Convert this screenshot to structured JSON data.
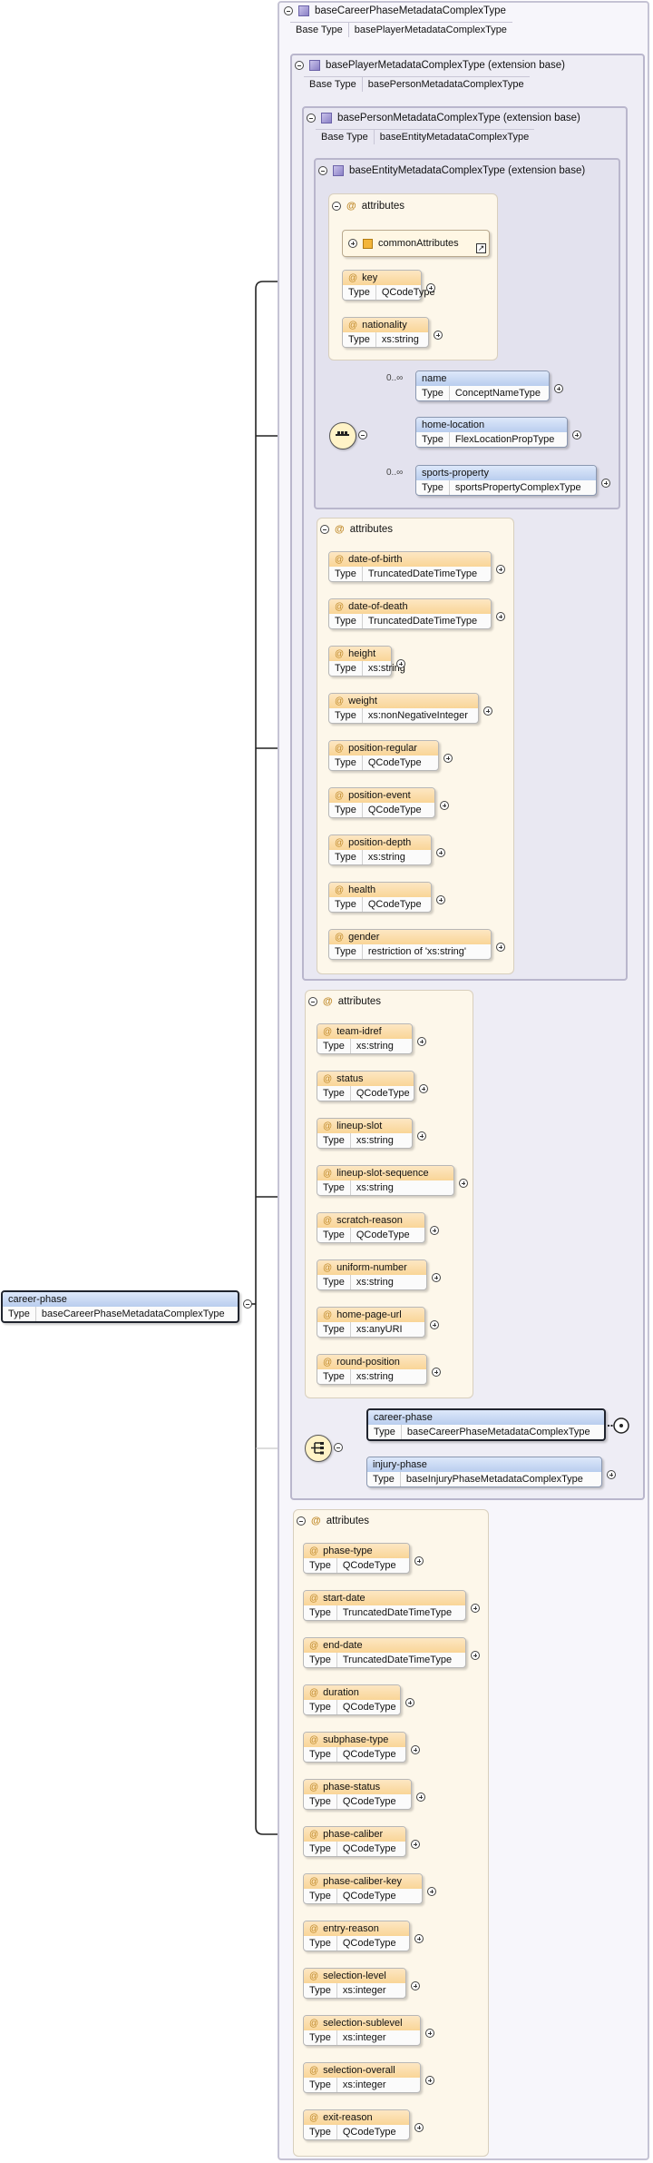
{
  "root": {
    "name": "career-phase",
    "type_label": "Type",
    "type": "baseCareerPhaseMetadataComplexType"
  },
  "frames": {
    "career_title": "baseCareerPhaseMetadataComplexType",
    "career_base_label": "Base Type",
    "career_base": "basePlayerMetadataComplexType",
    "player_title": "basePlayerMetadataComplexType (extension base)",
    "player_base_label": "Base Type",
    "player_base": "basePersonMetadataComplexType",
    "person_title": "basePersonMetadataComplexType (extension base)",
    "person_base_label": "Base Type",
    "person_base": "baseEntityMetadataComplexType",
    "entity_title": "baseEntityMetadataComplexType (extension base)"
  },
  "attributes_label": "attributes",
  "common_attributes": "commonAttributes",
  "entity_attrs": [
    {
      "name": "key",
      "type": "QCodeType"
    },
    {
      "name": "nationality",
      "type": "xs:string"
    }
  ],
  "entity_elems": [
    {
      "card": "0..∞",
      "name": "name",
      "type": "ConceptNameType"
    },
    {
      "card": "",
      "name": "home-location",
      "type": "FlexLocationPropType"
    },
    {
      "card": "0..∞",
      "name": "sports-property",
      "type": "sportsPropertyComplexType"
    }
  ],
  "person_attrs": [
    {
      "name": "date-of-birth",
      "type": "TruncatedDateTimeType"
    },
    {
      "name": "date-of-death",
      "type": "TruncatedDateTimeType"
    },
    {
      "name": "height",
      "type": "xs:string"
    },
    {
      "name": "weight",
      "type": "xs:nonNegativeInteger"
    },
    {
      "name": "position-regular",
      "type": "QCodeType"
    },
    {
      "name": "position-event",
      "type": "QCodeType"
    },
    {
      "name": "position-depth",
      "type": "xs:string"
    },
    {
      "name": "health",
      "type": "QCodeType"
    },
    {
      "name": "gender",
      "type": "restriction of 'xs:string'"
    }
  ],
  "player_attrs": [
    {
      "name": "team-idref",
      "type": "xs:string"
    },
    {
      "name": "status",
      "type": "QCodeType"
    },
    {
      "name": "lineup-slot",
      "type": "xs:string"
    },
    {
      "name": "lineup-slot-sequence",
      "type": "xs:string"
    },
    {
      "name": "scratch-reason",
      "type": "QCodeType"
    },
    {
      "name": "uniform-number",
      "type": "xs:string"
    },
    {
      "name": "home-page-url",
      "type": "xs:anyURI"
    },
    {
      "name": "round-position",
      "type": "xs:string"
    }
  ],
  "choice_elems": [
    {
      "name": "career-phase",
      "type": "baseCareerPhaseMetadataComplexType"
    },
    {
      "name": "injury-phase",
      "type": "baseInjuryPhaseMetadataComplexType"
    }
  ],
  "career_attrs": [
    {
      "name": "phase-type",
      "type": "QCodeType"
    },
    {
      "name": "start-date",
      "type": "TruncatedDateTimeType"
    },
    {
      "name": "end-date",
      "type": "TruncatedDateTimeType"
    },
    {
      "name": "duration",
      "type": "QCodeType"
    },
    {
      "name": "subphase-type",
      "type": "QCodeType"
    },
    {
      "name": "phase-status",
      "type": "QCodeType"
    },
    {
      "name": "phase-caliber",
      "type": "QCodeType"
    },
    {
      "name": "phase-caliber-key",
      "type": "QCodeType"
    },
    {
      "name": "entry-reason",
      "type": "QCodeType"
    },
    {
      "name": "selection-level",
      "type": "xs:integer"
    },
    {
      "name": "selection-sublevel",
      "type": "xs:integer"
    },
    {
      "name": "selection-overall",
      "type": "xs:integer"
    },
    {
      "name": "exit-reason",
      "type": "QCodeType"
    }
  ],
  "type_label": "Type"
}
